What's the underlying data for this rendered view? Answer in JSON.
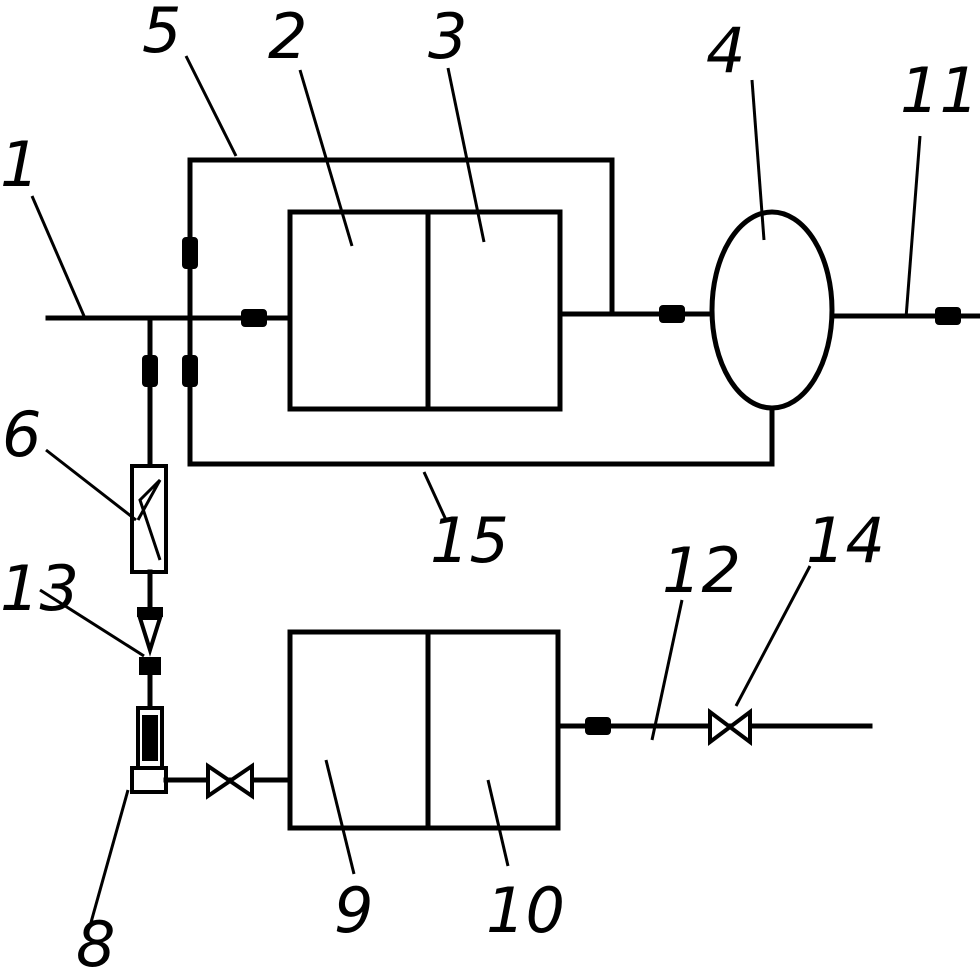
{
  "labels": {
    "n1": "1",
    "n2": "2",
    "n3": "3",
    "n4": "4",
    "n5": "5",
    "n6": "6",
    "n8": "8",
    "n9": "9",
    "n10": "10",
    "n11": "11",
    "n12": "12",
    "n13": "13",
    "n14": "14",
    "n15": "15"
  }
}
